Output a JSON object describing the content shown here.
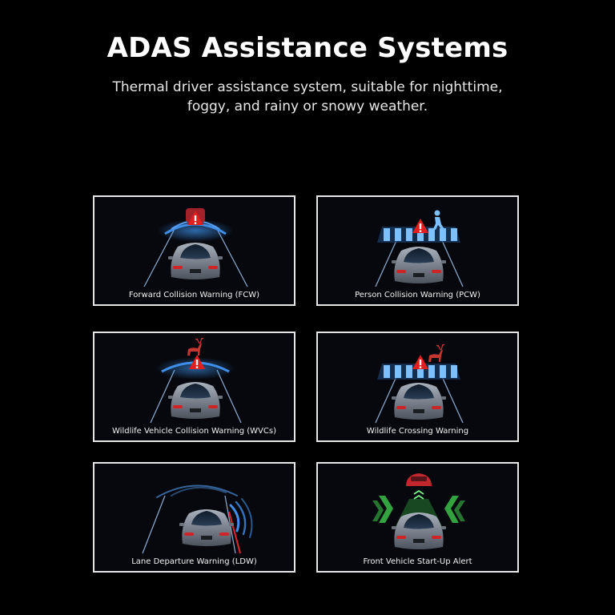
{
  "header": {
    "title": "ADAS Assistance Systems",
    "subtitle": "Thermal driver assistance system, suitable for nighttime, foggy, and rainy or snowy weather."
  },
  "panels": [
    {
      "caption": "Forward Collision Warning (FCW)",
      "icon": "warning-triangle-icon"
    },
    {
      "caption": "Person Collision Warning (PCW)",
      "icon": "pedestrian-icon"
    },
    {
      "caption": "Wildlife Vehicle Collision Warning (WVCs)",
      "icon": "deer-icon"
    },
    {
      "caption": "Wildlife Crossing Warning",
      "icon": "deer-icon"
    },
    {
      "caption": "Lane Departure Warning (LDW)",
      "icon": "radar-arc-icon"
    },
    {
      "caption": "Front Vehicle Start-Up Alert",
      "icon": "lead-vehicle-icon"
    }
  ],
  "colors": {
    "warning_red": "#e0201f",
    "radar_blue": "#2f7fd6",
    "crosswalk_blue": "#6fb6ff",
    "alert_green": "#3bbf4a"
  }
}
